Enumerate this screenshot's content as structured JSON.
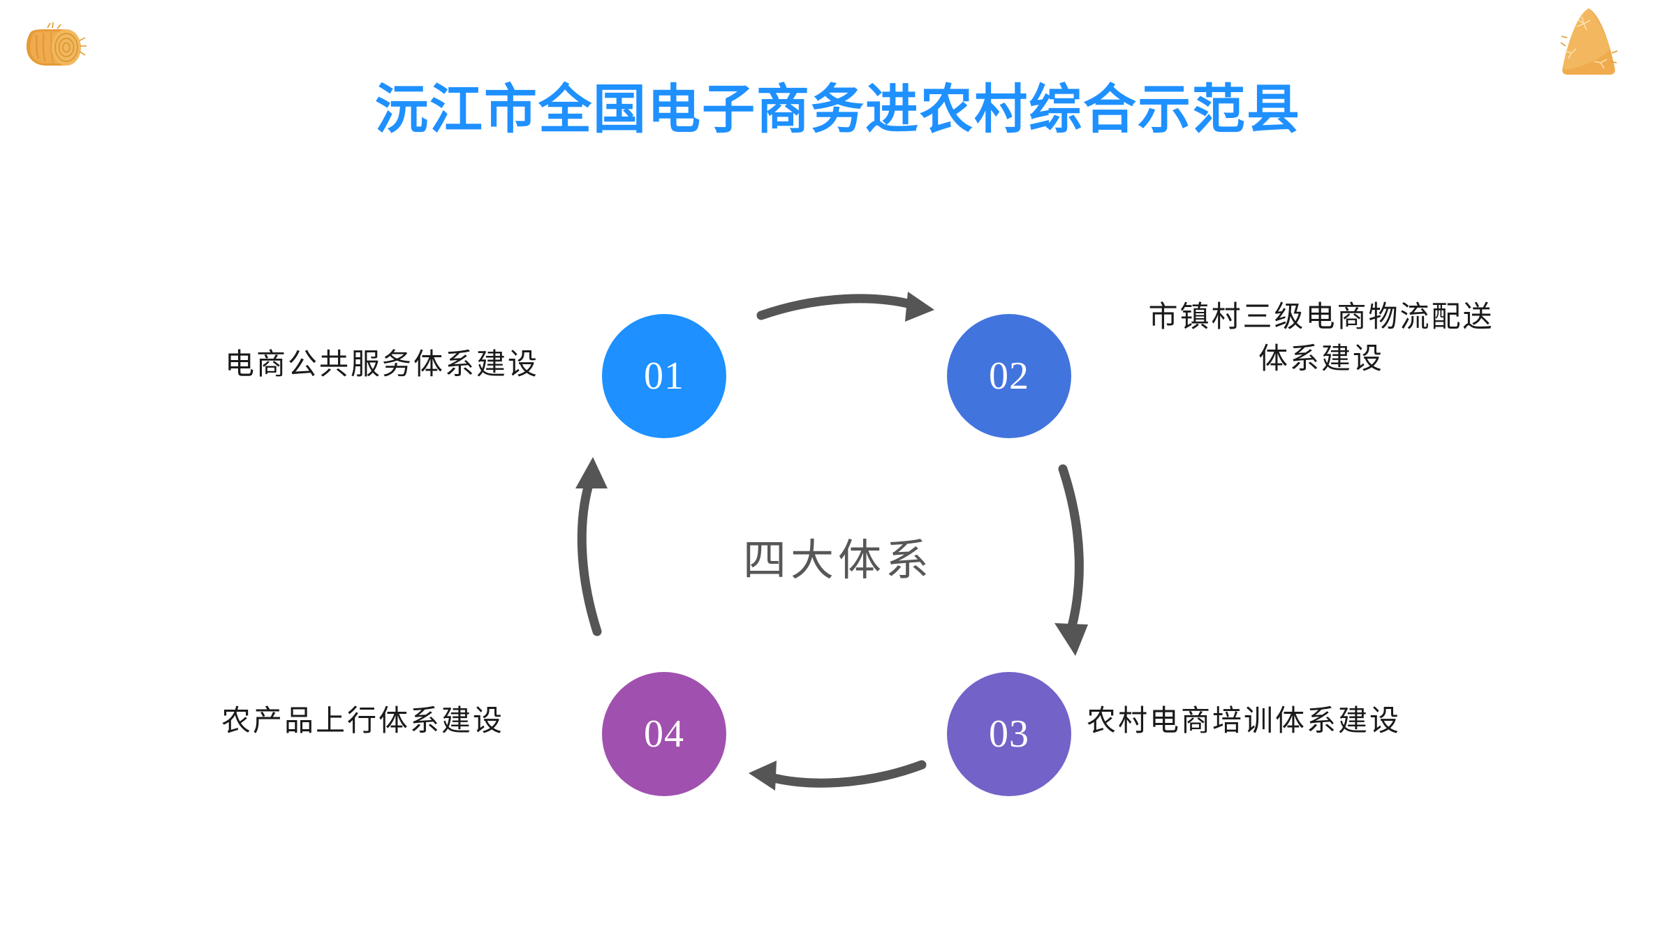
{
  "slide": {
    "title": "沅江市全国电子商务进农村综合示范县",
    "background_color": "#ffffff",
    "title_color": "#1E90FF"
  },
  "decorations": [
    {
      "name": "hay-bale",
      "position": "top-left",
      "color": "#E8A33D"
    },
    {
      "name": "haystack",
      "position": "top-right",
      "color": "#E8A33D"
    }
  ],
  "diagram": {
    "center_label": "四大体系",
    "center_label_color": "#575757",
    "arrow_color": "#555555",
    "direction": "clockwise",
    "nodes": [
      {
        "number": "01",
        "label": "电商公共服务体系建设",
        "color": "#1E90FF",
        "position": "top-left"
      },
      {
        "number": "02",
        "label": "市镇村三级电商物流配送\n体系建设",
        "color": "#4274DE",
        "position": "top-right"
      },
      {
        "number": "03",
        "label": "农村电商培训体系建设",
        "color": "#7362C8",
        "position": "bottom-right"
      },
      {
        "number": "04",
        "label": "农产品上行体系建设",
        "color": "#A050AF",
        "position": "bottom-left"
      }
    ],
    "arrows": [
      {
        "name": "arrow-top",
        "from": "01",
        "to": "02",
        "direction": "right"
      },
      {
        "name": "arrow-right",
        "from": "02",
        "to": "03",
        "direction": "down"
      },
      {
        "name": "arrow-bottom",
        "from": "03",
        "to": "04",
        "direction": "left"
      },
      {
        "name": "arrow-left",
        "from": "04",
        "to": "01",
        "direction": "up"
      }
    ]
  }
}
